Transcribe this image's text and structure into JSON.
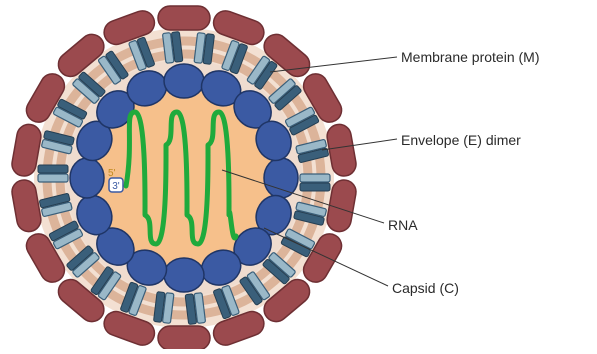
{
  "labels": {
    "membrane": "Membrane protein (M)",
    "envelope": "Envelope (E) dimer",
    "rna": "RNA",
    "capsid": "Capsid (C)"
  },
  "rna_end_marks": {
    "five_prime": "5'",
    "three_prime": "3'"
  },
  "colors": {
    "envelope_dimer": "#9b4a4e",
    "envelope_dimer_stroke": "#6e2f33",
    "membrane_outer": "#f3e0d2",
    "lipid_bilayer": "#dcb49a",
    "lipid_inner": "#efdccf",
    "membrane_protein": "#3a5f7a",
    "membrane_protein_light": "#9ab8c8",
    "capsid": "#3b5aa3",
    "capsid_stroke": "#1f3566",
    "core": "#f6c08b",
    "rna": "#1faa3c",
    "leader_line": "#333333"
  }
}
